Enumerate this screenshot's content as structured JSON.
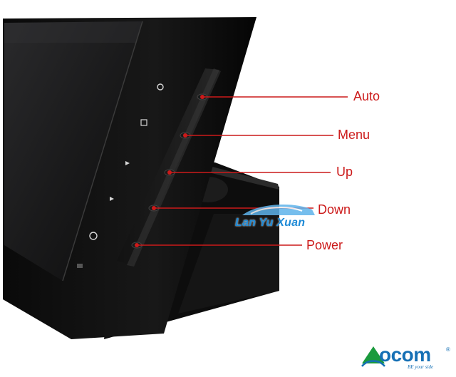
{
  "callouts": [
    {
      "id": "auto",
      "label": "Auto"
    },
    {
      "id": "menu",
      "label": "Menu"
    },
    {
      "id": "up",
      "label": "Up"
    },
    {
      "id": "down",
      "label": "Down"
    },
    {
      "id": "power",
      "label": "Power"
    }
  ],
  "watermark": {
    "text": "Lan Yu Xuan"
  },
  "logo": {
    "name": "ocom",
    "registered": "®",
    "tagline": "BE your side"
  },
  "colors": {
    "callout": "#cc1a1a",
    "watermark": "#1e8ad6",
    "logo": "#1670b5"
  }
}
